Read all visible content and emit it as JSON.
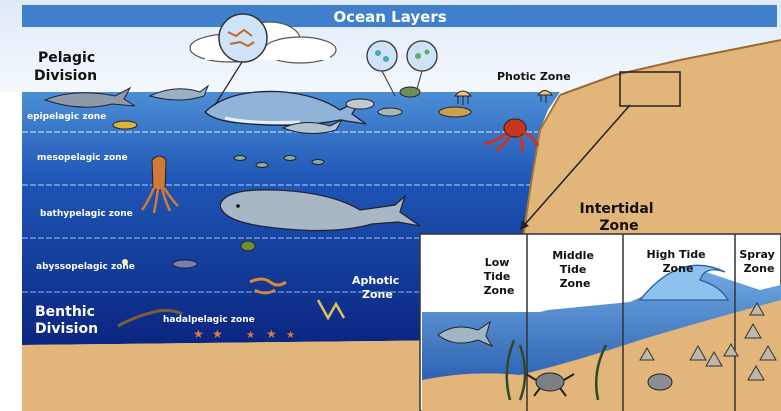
{
  "title": "Ocean Layers",
  "divisions": {
    "pelagic": [
      "Pelagic",
      "Division"
    ],
    "benthic": [
      "Benthic",
      "Division"
    ]
  },
  "zones": {
    "photic": "Photic Zone",
    "aphotic": [
      "Aphotic",
      "Zone"
    ],
    "epipelagic": "epipelagic zone",
    "mesopelagic": "mesopelagic zone",
    "bathypelagic": "bathypelagic zone",
    "abyssopelagic": "abyssopelagic zone",
    "hadalpelagic": "hadalpelagic zone"
  },
  "intertidal": {
    "title": [
      "Intertidal",
      "Zone"
    ],
    "sub": {
      "low": [
        "Low",
        "Tide",
        "Zone"
      ],
      "middle": [
        "Middle",
        "Tide",
        "Zone"
      ],
      "high": [
        "High Tide",
        "Zone"
      ],
      "spray": [
        "Spray",
        "Zone"
      ]
    }
  },
  "colors": {
    "sky": "#eef4fb",
    "surface_water": "#3a78c8",
    "deep_water": "#0d2d8f",
    "seafloor": "#e2b57a",
    "title_text": "#ffffff",
    "label_text": "#111111"
  },
  "icons": [
    "cloud-icon",
    "whale-icon",
    "sperm-whale-icon",
    "shark-icon",
    "dolphin-icon",
    "squid-icon",
    "octopus-icon",
    "jellyfish-icon",
    "fish-icon",
    "crab-icon",
    "barnacle-icon",
    "wave-icon",
    "starfish-icon",
    "plankton-icon"
  ]
}
